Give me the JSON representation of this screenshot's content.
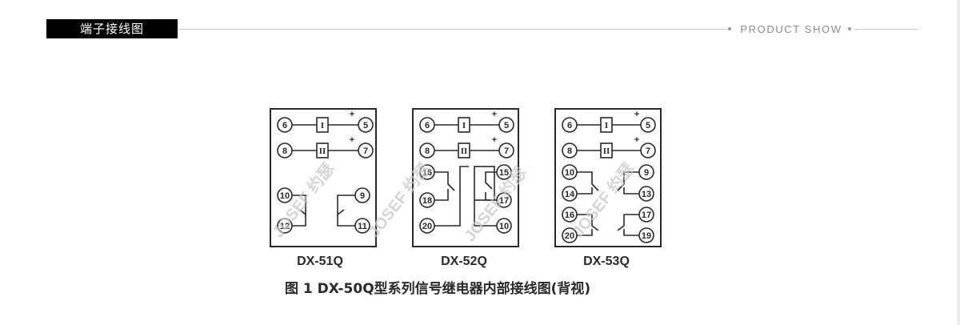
{
  "header": {
    "title": "端子接线图",
    "product_show": "PRODUCT SHOW"
  },
  "diagrams": [
    {
      "model": "DX-51Q"
    },
    {
      "model": "DX-52Q"
    },
    {
      "model": "DX-53Q"
    }
  ],
  "caption": "图 1   DX-50Q型系列信号继电器内部接线图(背视)",
  "watermark": "JOSEF 约瑟",
  "colors": {
    "line": "#2a2a2a",
    "header_bg": "#000000",
    "header_text": "#ffffff",
    "rule": "#c9c9c9"
  }
}
